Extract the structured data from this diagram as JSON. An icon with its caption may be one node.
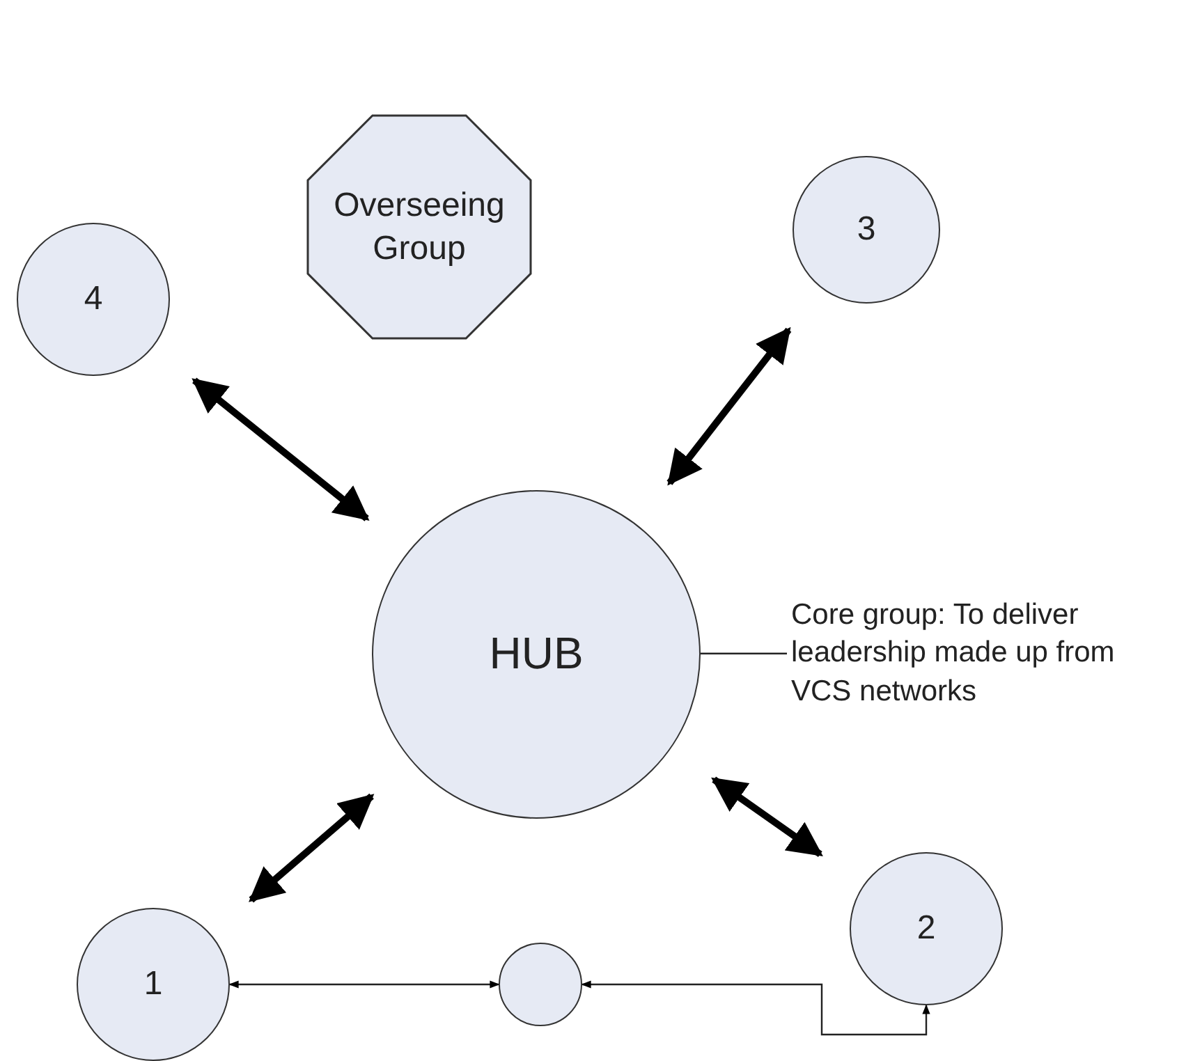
{
  "diagram": {
    "nodes": [
      {
        "text": [
          "Overseeing Group"
        ]
      },
      {
        "text": [
          "4"
        ]
      },
      {
        "text": [
          "3"
        ]
      },
      {
        "text": [
          "HUB"
        ]
      },
      {
        "text": [
          "Core group: To deliver leadership made up from VCS networks"
        ]
      },
      {
        "text": [
          "1"
        ]
      },
      {
        "text": [],
        "shape": "circle"
      },
      {
        "text": [
          "2"
        ]
      }
    ],
    "edges": [
      {
        "from": 1,
        "to": 3,
        "arrow": "both"
      },
      {
        "from": 2,
        "to": 3,
        "arrow": "both"
      },
      {
        "from": 5,
        "to": 3,
        "arrow": "both"
      },
      {
        "from": 7,
        "to": 3,
        "arrow": "both"
      },
      {
        "from": 3,
        "to": 4,
        "arrow": "none"
      },
      {
        "from": 5,
        "to": 6,
        "arrow": "both"
      },
      {
        "from": 7,
        "to": 6,
        "arrow": "both"
      }
    ]
  }
}
